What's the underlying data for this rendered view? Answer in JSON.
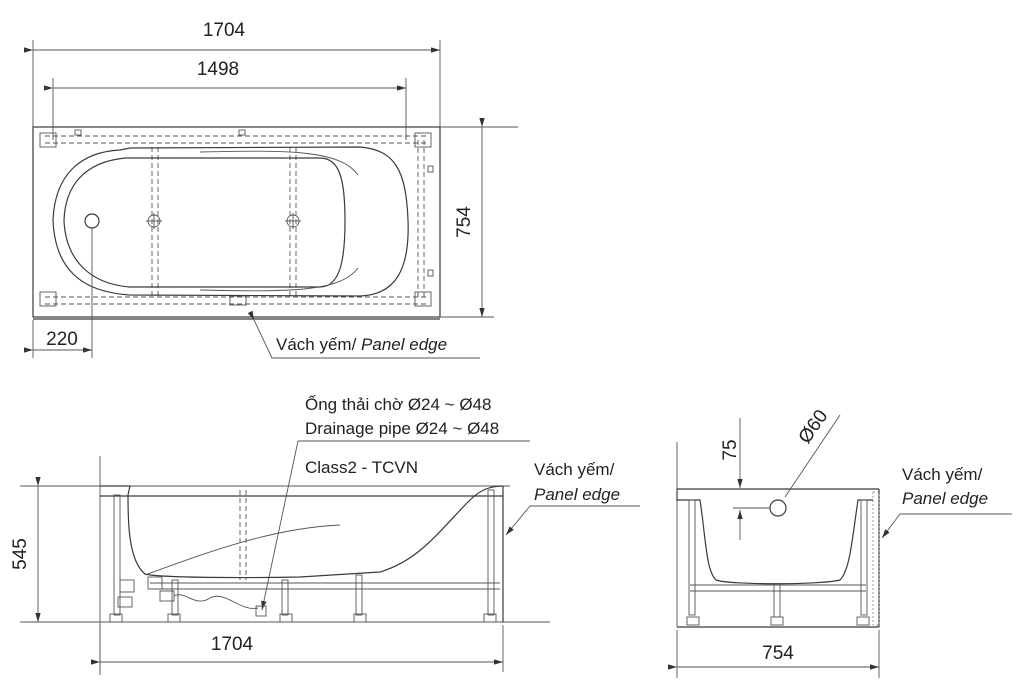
{
  "top_view": {
    "overall_length": "1704",
    "inner_length": "1498",
    "width": "754",
    "drain_offset": "220",
    "panel_label_vi": "Vách yếm/ ",
    "panel_label_en": "Panel edge"
  },
  "side_view": {
    "height": "545",
    "length": "1704",
    "drain_label_vi": "Ống thải chờ Ø24 ~ Ø48",
    "drain_label_en": "Drainage pipe Ø24 ~ Ø48",
    "class_label": "Class2 - TCVN",
    "panel_label_vi": "Vách yếm/",
    "panel_label_en": "Panel edge"
  },
  "end_view": {
    "width": "754",
    "overflow_depth": "75",
    "overflow_diameter": "Ø60",
    "panel_label_vi": "Vách yếm/",
    "panel_label_en": "Panel edge"
  },
  "colors": {
    "line": "#3a3a3a",
    "text": "#222222",
    "background": "#ffffff"
  }
}
